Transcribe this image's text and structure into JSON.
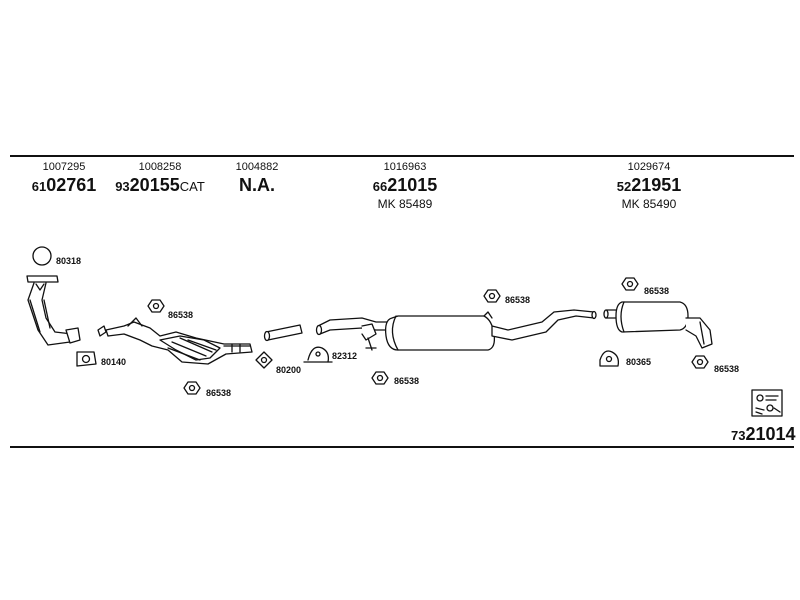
{
  "header_parts": [
    {
      "ref": "1007295",
      "prefix": "61",
      "code": "02761",
      "suffix": "",
      "mk": ""
    },
    {
      "ref": "1008258",
      "prefix": "93",
      "code": "20155",
      "suffix": "CAT",
      "mk": ""
    },
    {
      "ref": "1004882",
      "prefix": "",
      "code": "N.A.",
      "suffix": "",
      "mk": ""
    },
    {
      "ref": "1016963",
      "prefix": "66",
      "code": "21015",
      "suffix": "",
      "mk": "MK 85489"
    },
    {
      "ref": "1029674",
      "prefix": "52",
      "code": "21951",
      "suffix": "",
      "mk": "MK 85490"
    }
  ],
  "part_labels": {
    "l80318": "80318",
    "l86538_a": "86538",
    "l80140": "80140",
    "l86538_b": "86538",
    "l80200": "80200",
    "l82312": "82312",
    "l86538_c": "86538",
    "l86538_d": "86538",
    "l86538_e": "86538",
    "l80365": "80365",
    "l86538_f": "86538"
  },
  "kit": {
    "prefix": "73",
    "code": "21014"
  }
}
